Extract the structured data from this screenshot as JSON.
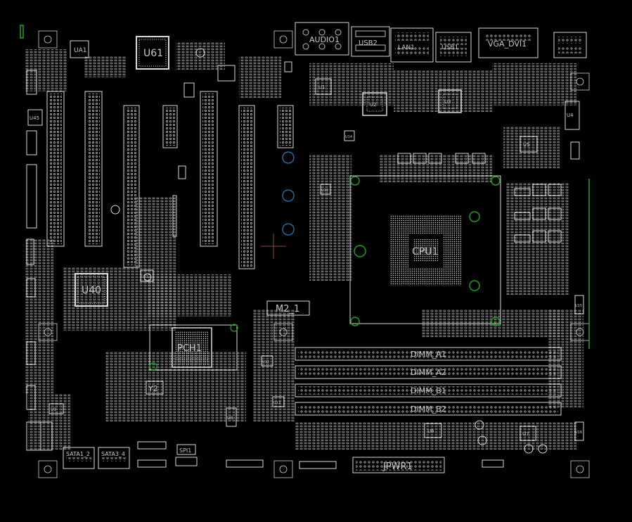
{
  "board": {
    "background": "#000000",
    "outline_color": "#d9d9d9",
    "pin_color": "#bdbdbd",
    "green_ring": "#1fa31f",
    "blue_ring": "#2a7fb3",
    "origin_cross": "#8a4b4b"
  },
  "labels": {
    "u61": "U61",
    "ua1": "UA1",
    "u40": "U40",
    "u45": "U45",
    "u1": "U1",
    "u2": "U2",
    "u3": "U3",
    "u4": "U4",
    "u5": "U5",
    "u6": "U6",
    "u7": "U7",
    "u8": "U8",
    "u9": "U9",
    "u10": "U10",
    "u11": "U11",
    "u12": "U12",
    "u13": "U13",
    "u14": "U14",
    "u15": "U15",
    "u16": "U16",
    "audio": "AUDIO1",
    "usb2": "USB2",
    "vga": "VGA_DVI1",
    "usb1": "USB1",
    "lan": "LAN1",
    "cpu": "CPU1",
    "m2": "M2_1",
    "pch": "PCH1",
    "y2": "Y2",
    "spi1": "SPI1",
    "sata1": "SATA1_2",
    "sata2": "SATA3_4",
    "jpwr": "JPWR1",
    "dimm_a1": "DIMM_A1",
    "dimm_a2": "DIMM_A2",
    "dimm_b1": "DIMM_B1",
    "dimm_b2": "DIMM_B2"
  }
}
